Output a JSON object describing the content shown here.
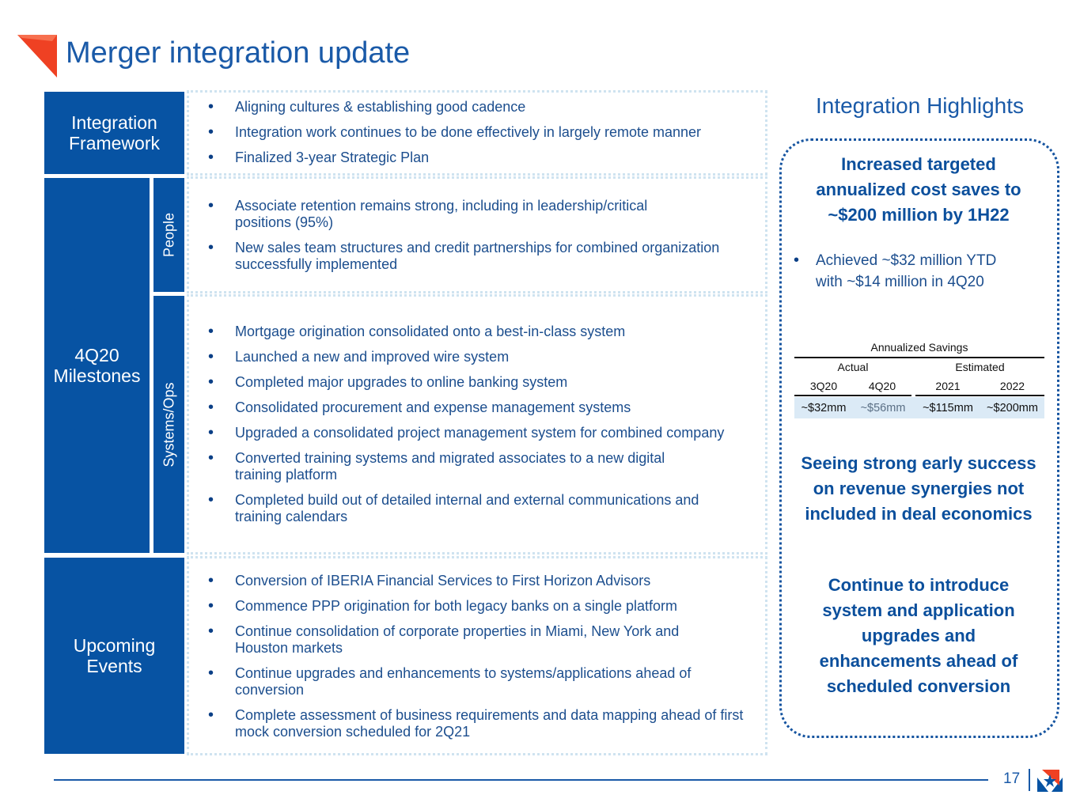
{
  "page": {
    "title": "Merger integration update",
    "page_number": "17"
  },
  "framework": {
    "label": "Integration Framework",
    "bullets": [
      "Aligning cultures & establishing good cadence",
      "Integration work continues to be done effectively in largely remote manner",
      "Finalized 3-year Strategic Plan"
    ]
  },
  "milestones": {
    "label": "4Q20 Milestones",
    "people": {
      "label": "People",
      "bullets": [
        "Associate retention remains strong, including in leadership/critical positions (95%)",
        "New sales team structures and credit partnerships for combined organization successfully implemented"
      ]
    },
    "systems": {
      "label": "Systems/Ops",
      "bullets": [
        "Mortgage origination consolidated onto a best-in-class system",
        "Launched a new and improved wire system",
        "Completed major upgrades to online banking system",
        "Consolidated procurement and expense management systems",
        "Upgraded a consolidated project management system for combined company",
        "Converted training systems and migrated associates to a new digital training platform",
        "Completed build out of detailed internal and external communications and training calendars"
      ]
    }
  },
  "upcoming": {
    "label": "Upcoming Events",
    "bullets": [
      "Conversion of IBERIA Financial Services to First Horizon Advisors",
      "Commence PPP origination for both legacy banks on a single platform",
      "Continue consolidation of corporate properties in Miami, New York and Houston markets",
      "Continue upgrades and enhancements to systems/applications ahead of conversion",
      "Complete assessment of business requirements and data mapping ahead of first mock conversion scheduled for 2Q21"
    ]
  },
  "highlights": {
    "title": "Integration Highlights",
    "headline1": "Increased targeted annualized cost saves to ~$200 million by 1H22",
    "bullet": "Achieved ~$32 million YTD with ~$14 million in 4Q20",
    "headline2": "Seeing strong early success on revenue synergies not included in deal economics",
    "headline3": "Continue to introduce system and application upgrades and enhancements ahead of scheduled conversion",
    "savings_table": {
      "title": "Annualized Savings",
      "group_actual": "Actual",
      "group_estimated": "Estimated",
      "columns": [
        "3Q20",
        "4Q20",
        "2021",
        "2022"
      ],
      "values": [
        "~$32mm",
        "~$56mm",
        "~$115mm",
        "~$200mm"
      ]
    }
  },
  "colors": {
    "brand_blue": "#0753a3",
    "title_blue": "#1a5aa8",
    "logo_red": "#ef4123",
    "highlight_fill": "#dbeaf6"
  }
}
